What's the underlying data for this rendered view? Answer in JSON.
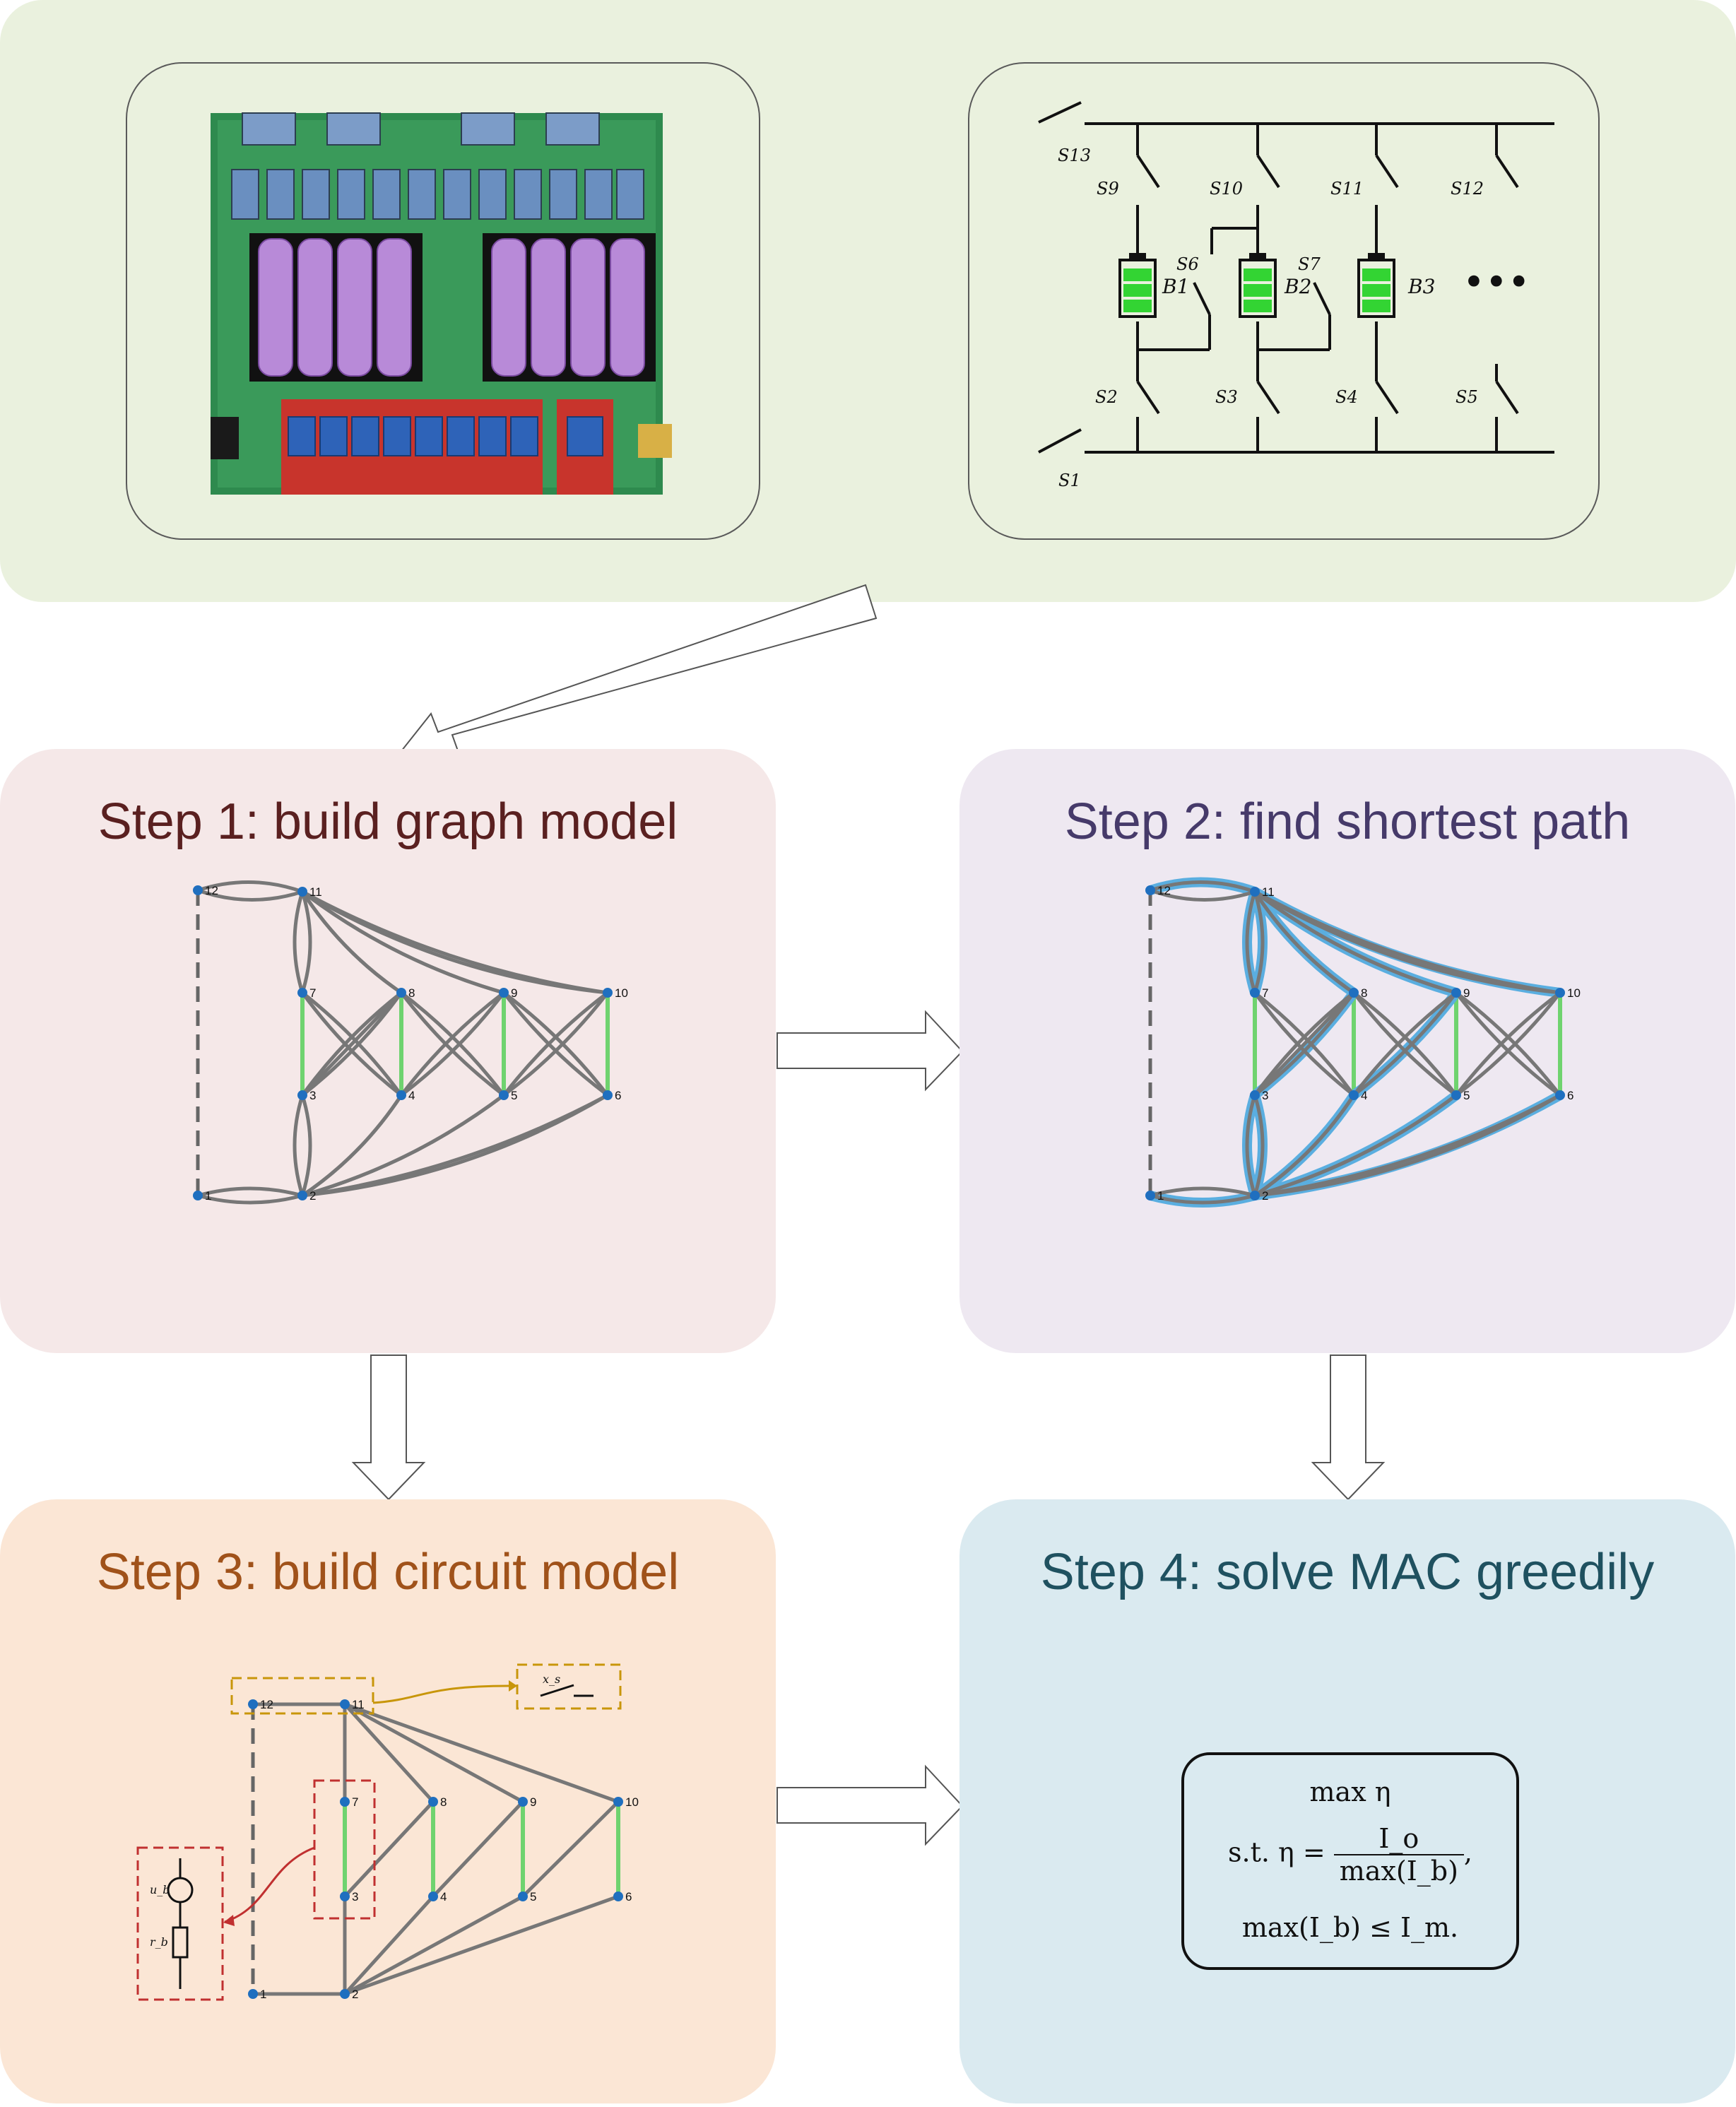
{
  "top": {
    "circuit": {
      "switches": [
        "S13",
        "S9",
        "S10",
        "S11",
        "S12",
        "S6",
        "S7",
        "S2",
        "S3",
        "S4",
        "S5",
        "S1"
      ],
      "batteries": [
        "B1",
        "B2",
        "B3"
      ],
      "ellipsis": "•••"
    }
  },
  "steps": [
    {
      "title": "Step 1: build graph model"
    },
    {
      "title": "Step 2: find shortest path"
    },
    {
      "title": "Step 3: build circuit model"
    },
    {
      "title": "Step 4: solve MAC greedily"
    }
  ],
  "graph": {
    "nodes": [
      "1",
      "2",
      "3",
      "4",
      "5",
      "6",
      "7",
      "8",
      "9",
      "10",
      "11",
      "12"
    ]
  },
  "circuit_model": {
    "switch_label": "x_s",
    "source_label": "u_b",
    "resistor_label": "r_b"
  },
  "formula": {
    "objective": "max η",
    "constraint_prefix": "s.t. η =",
    "numerator": "I_o",
    "denominator": "max(I_b)",
    "trailing": ",",
    "constraint2": "max(I_b) ≤ I_m."
  },
  "colors": {
    "top_panel": "#eaf1de",
    "step1": "#f5e8e8",
    "step2": "#eee8f1",
    "step3": "#fbe6d5",
    "step4": "#daeaf0",
    "node": "#1f6fbf",
    "edge": "#777777",
    "battery_edge": "#6fd36f",
    "highlight": "#5aaee0"
  }
}
